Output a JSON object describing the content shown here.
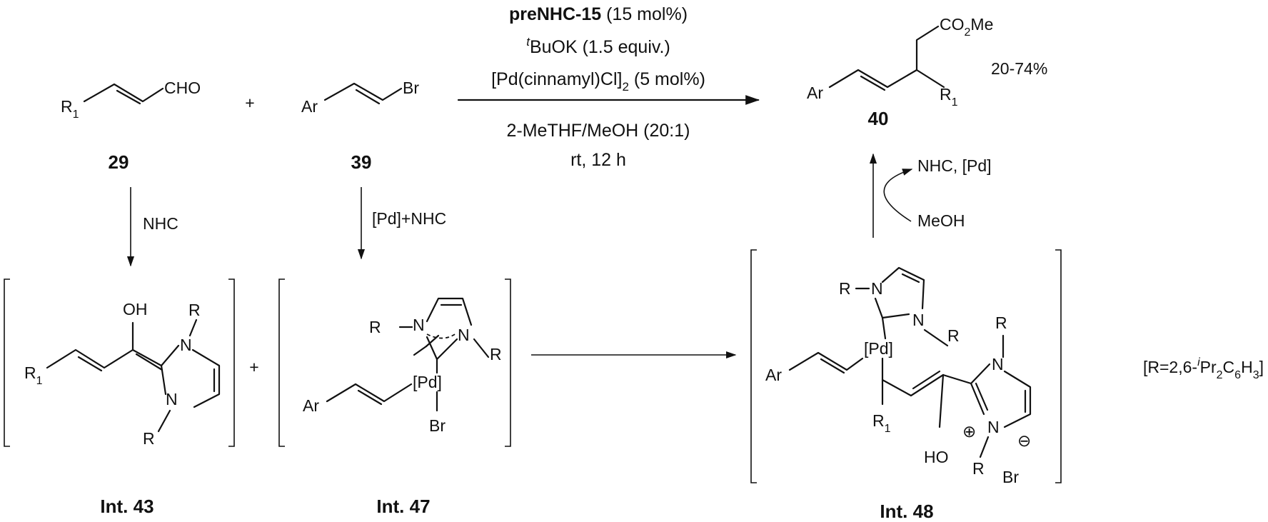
{
  "conditions": {
    "catalyst": "preNHC-15",
    "catalyst_loading": " (15 mol%)",
    "base_sup": "t",
    "base_main": "BuOK (1.5 equiv.)",
    "pd_main": "[Pd(cinnamyl)Cl]",
    "pd_sub": "2",
    "pd_tail": " (5 mol%)",
    "solvent": "2-MeTHF/MeOH (20:1)",
    "time": "rt, 12 h"
  },
  "compounds": {
    "c29": {
      "number": "29",
      "r_main": "R",
      "r_sub": "1",
      "cho": "CHO"
    },
    "c39": {
      "number": "39",
      "ar": "Ar",
      "br": "Br"
    },
    "c40": {
      "number": "40",
      "yield": "20-74%",
      "ar": "Ar",
      "r_main": "R",
      "r_sub": "1",
      "ester_a": "CO",
      "ester_sub": "2",
      "ester_b": "Me"
    },
    "int43": {
      "number": "Int. 43",
      "oh": "OH",
      "n": "N",
      "r": "R",
      "r1_main": "R",
      "r1_sub": "1"
    },
    "int47": {
      "number": "Int. 47",
      "n": "N",
      "r": "R",
      "ar": "Ar",
      "pd": "[Pd]",
      "br": "Br"
    },
    "int48": {
      "number": "Int. 48",
      "n": "N",
      "r": "R",
      "ar": "Ar",
      "pd": "[Pd]",
      "r1_main": "R",
      "r1_sub": "1",
      "ho": "HO",
      "plus": "⊕",
      "minus": "⊖",
      "br": "Br"
    }
  },
  "plus_sign": "+",
  "arrow_labels": {
    "nhc": "NHC",
    "pd_nhc": "[Pd]+NHC",
    "nhc_pd": "NHC, [Pd]",
    "meoh": "MeOH"
  },
  "footnote": {
    "open": "[R=2,6-",
    "sup": "i",
    "a": "Pr",
    "s1": "2",
    "b": "C",
    "s2": "6",
    "c": "H",
    "s3": "3",
    "close": "]"
  }
}
